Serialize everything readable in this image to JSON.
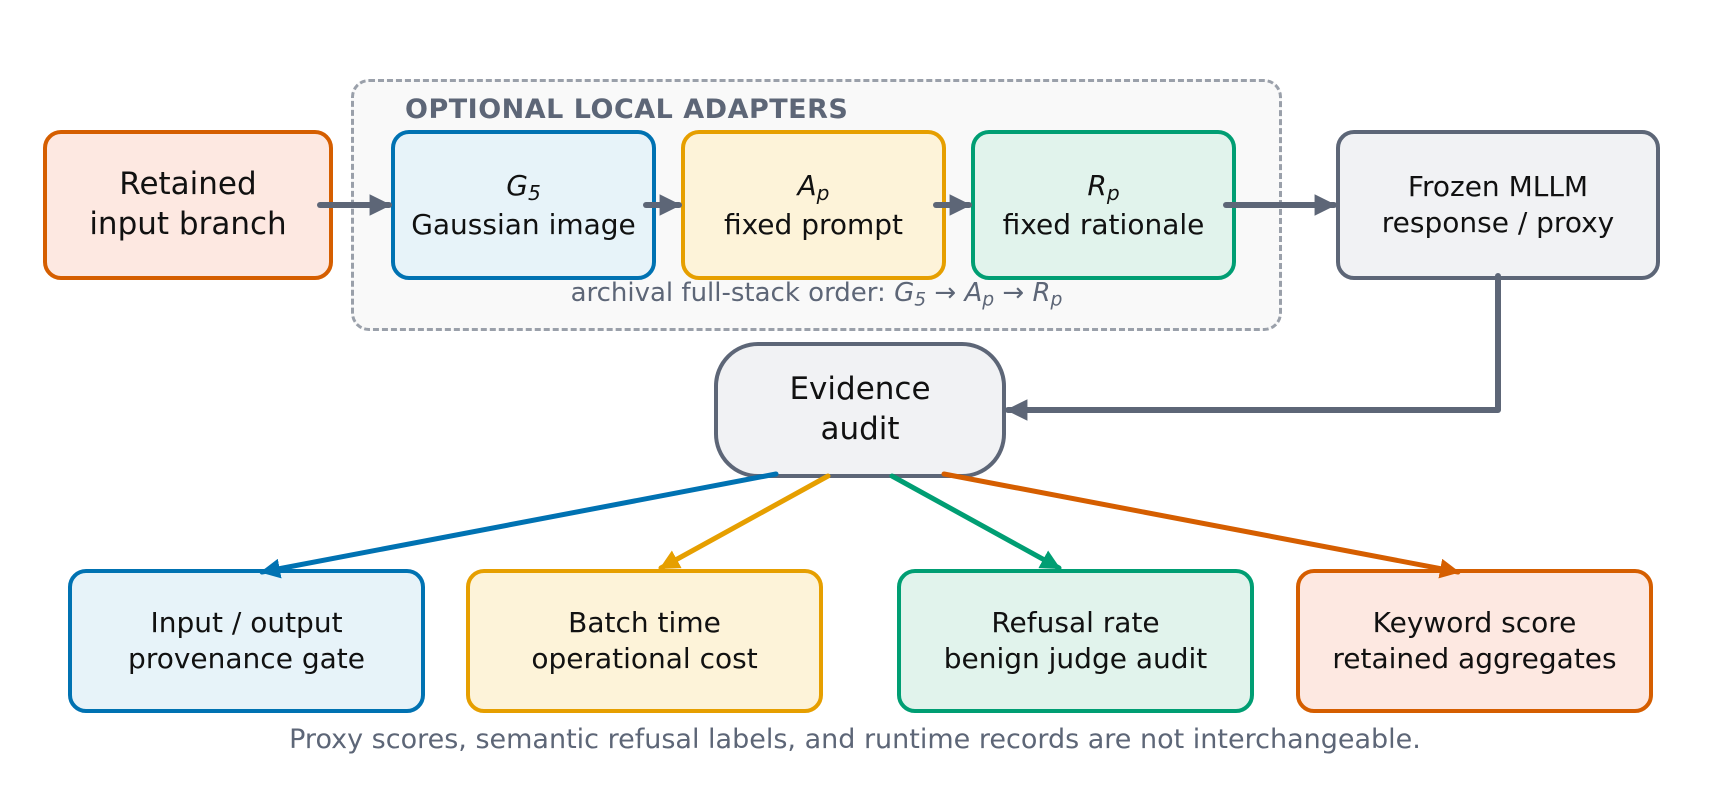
{
  "adapters": {
    "title": "OPTIONAL LOCAL ADAPTERS",
    "order_prefix": "archival full-stack order:",
    "order_g": "G",
    "order_g_sub": "5",
    "order_a": "A",
    "order_a_sub": "p",
    "order_r": "R",
    "order_r_sub": "p",
    "order_arrow": "→"
  },
  "nodes": {
    "retained": {
      "line1": "Retained",
      "line2": "input branch"
    },
    "gaussian": {
      "symbol": "G",
      "symbol_sub": "5",
      "label": "Gaussian image"
    },
    "prompt": {
      "symbol": "A",
      "symbol_sub": "p",
      "label": "fixed prompt"
    },
    "rationale": {
      "symbol": "R",
      "symbol_sub": "p",
      "label": "fixed rationale"
    },
    "mllm": {
      "line1": "Frozen MLLM",
      "line2": "response / proxy"
    },
    "audit": {
      "line1": "Evidence",
      "line2": "audit"
    },
    "provenance": {
      "line1": "Input / output",
      "line2": "provenance gate"
    },
    "batch": {
      "line1": "Batch time",
      "line2": "operational cost"
    },
    "refusal": {
      "line1": "Refusal rate",
      "line2": "benign judge audit"
    },
    "keyword": {
      "line1": "Keyword score",
      "line2": "retained aggregates"
    }
  },
  "colors": {
    "orange": "#d55e00",
    "blue": "#0072b2",
    "yellow": "#e69f00",
    "green": "#009e73",
    "gray": "#5d6677",
    "dashed_border": "#9aa0aa"
  },
  "footer": "Proxy scores, semantic refusal labels, and runtime records are not interchangeable."
}
